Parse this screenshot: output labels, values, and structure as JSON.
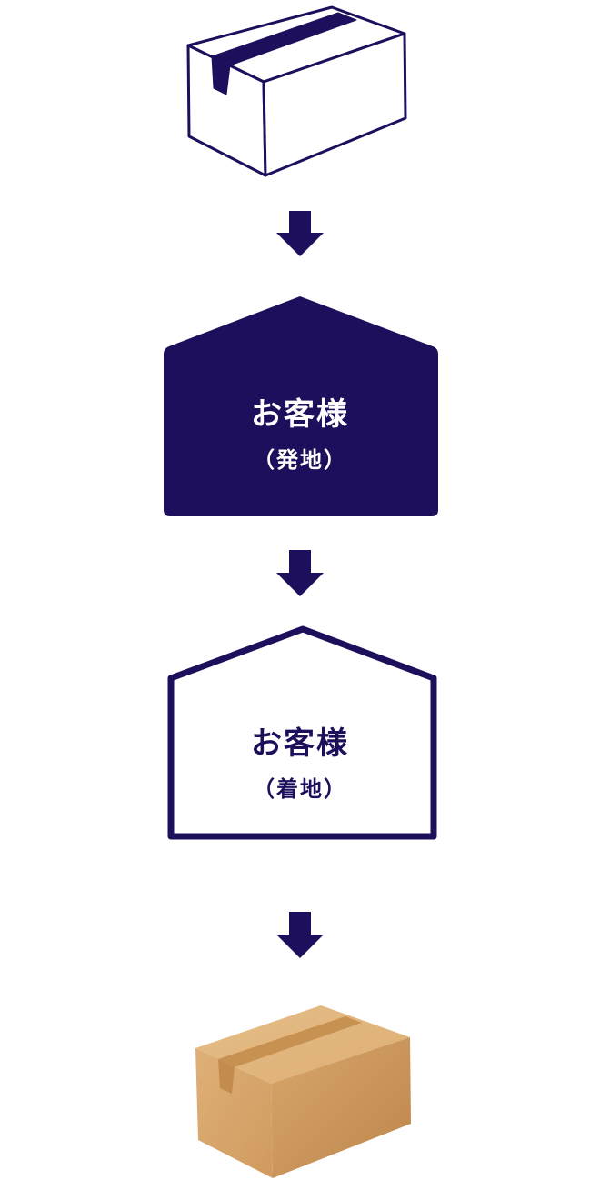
{
  "colors": {
    "navy": "#1e0f5c",
    "white": "#ffffff",
    "cardboard_light": "#e2b77f",
    "cardboard_mid": "#d6a468",
    "cardboard_dark": "#c48b4f",
    "tape": "#c2894c"
  },
  "icons": {
    "outline_box": "outline-box-icon",
    "arrow": "arrow-down-icon",
    "cardboard_box": "cardboard-box-icon"
  },
  "origin": {
    "title": "お客様",
    "sub": "（発地）"
  },
  "destination": {
    "title": "お客様",
    "sub": "（着地）"
  }
}
